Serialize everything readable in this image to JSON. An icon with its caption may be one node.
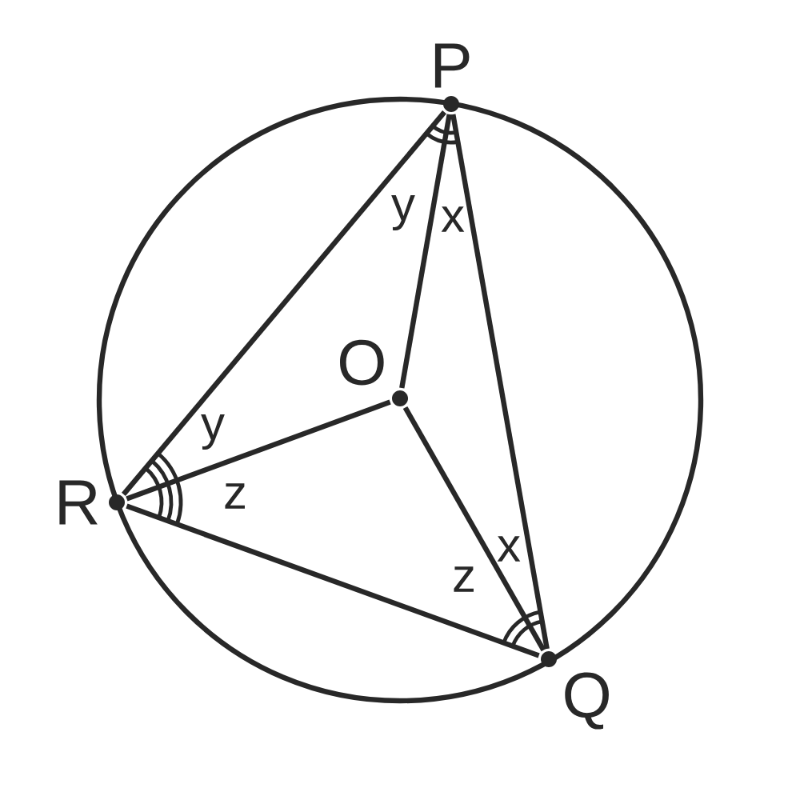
{
  "diagram": {
    "nodes": [
      {
        "text": [
          "P"
        ]
      },
      {
        "text": [
          "Q"
        ]
      },
      {
        "text": [
          "R"
        ]
      },
      {
        "text": [
          "O"
        ]
      }
    ],
    "edges": [
      {
        "from": 0,
        "to": 2,
        "arrow": "none"
      },
      {
        "from": 0,
        "to": 3,
        "arrow": "none"
      },
      {
        "from": 0,
        "to": 1,
        "arrow": "none"
      },
      {
        "from": 2,
        "to": 3,
        "arrow": "none"
      },
      {
        "from": 2,
        "to": 1,
        "arrow": "none"
      },
      {
        "from": 3,
        "to": 1,
        "arrow": "none"
      }
    ],
    "labels": [
      "y",
      "x",
      "y",
      "z",
      "z",
      "x"
    ]
  }
}
